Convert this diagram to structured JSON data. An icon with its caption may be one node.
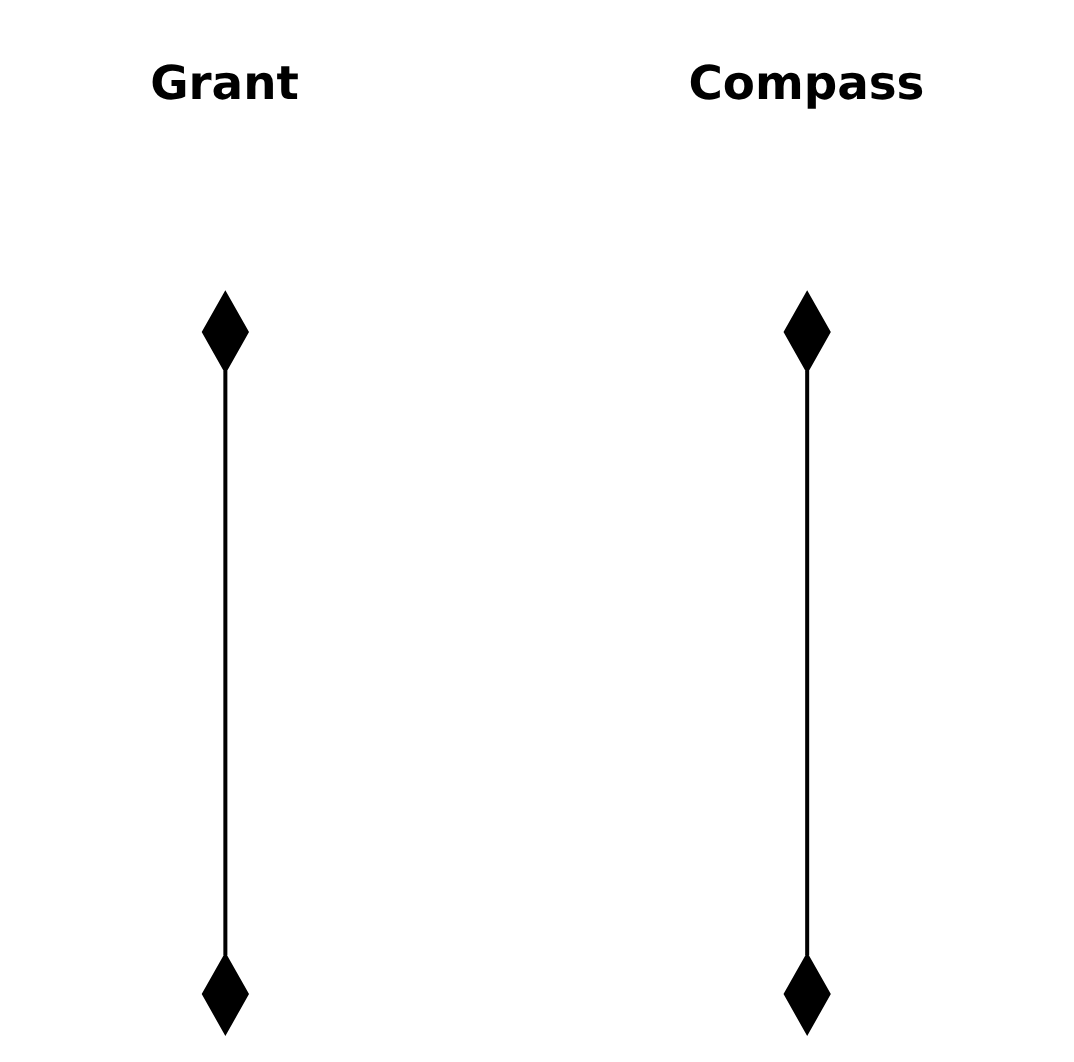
{
  "diagram": {
    "nodes": [
      {
        "text": [],
        "shape": "diamond"
      },
      {
        "text": [],
        "shape": "diamond"
      },
      {
        "text": [],
        "shape": "diamond"
      },
      {
        "text": [],
        "shape": "diamond"
      }
    ],
    "edges": [
      {
        "from": 1,
        "to": 0,
        "arrow": "none"
      },
      {
        "from": 3,
        "to": 2,
        "arrow": "none"
      }
    ],
    "labels": [
      "Grant",
      "Compass"
    ]
  }
}
